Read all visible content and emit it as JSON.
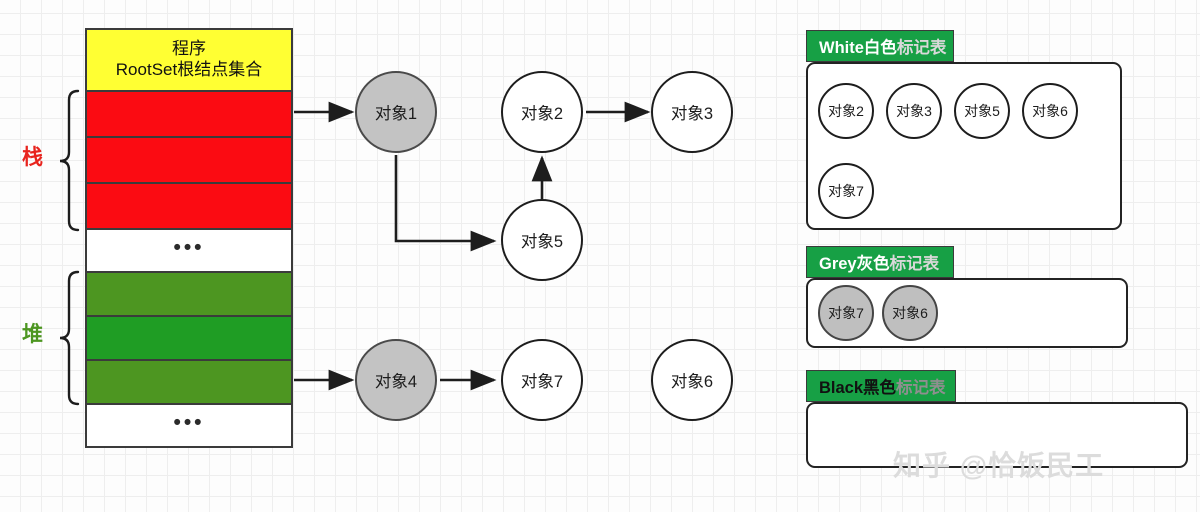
{
  "diagram": {
    "title": "GC Tri-Color Mark Diagram",
    "watermark": "知乎 @恰饭民工"
  },
  "root_set": {
    "header_line1": "程序",
    "header_line2": "RootSet根结点集合",
    "rows": [
      {
        "type": "red",
        "label": ""
      },
      {
        "type": "red",
        "label": ""
      },
      {
        "type": "red",
        "label": ""
      },
      {
        "type": "ellipsis",
        "label": "•••"
      },
      {
        "type": "green-a",
        "label": ""
      },
      {
        "type": "green-b",
        "label": ""
      },
      {
        "type": "green-a",
        "label": ""
      },
      {
        "type": "ellipsis",
        "label": "•••"
      }
    ],
    "stack_label": "栈",
    "heap_label": "堆",
    "colors": {
      "header": "#ffff33",
      "stack_rows": "#fb0b12",
      "heap_rows_light": "#4d9621",
      "heap_rows_dark": "#1f9d24",
      "stack_label": "#e8241e",
      "heap_label": "#4d9621",
      "border": "#3b3b3b"
    }
  },
  "graph": {
    "nodes": [
      {
        "id": "obj1",
        "label": "对象1",
        "fill": "grey"
      },
      {
        "id": "obj2",
        "label": "对象2",
        "fill": "white"
      },
      {
        "id": "obj3",
        "label": "对象3",
        "fill": "white"
      },
      {
        "id": "obj5",
        "label": "对象5",
        "fill": "white"
      },
      {
        "id": "obj4",
        "label": "对象4",
        "fill": "grey"
      },
      {
        "id": "obj7",
        "label": "对象7",
        "fill": "white"
      },
      {
        "id": "obj6",
        "label": "对象6",
        "fill": "white"
      }
    ],
    "edges": [
      {
        "from": "rootset-stack",
        "to": "obj1"
      },
      {
        "from": "obj1",
        "to": "obj5"
      },
      {
        "from": "obj5",
        "to": "obj2"
      },
      {
        "from": "obj2",
        "to": "obj3"
      },
      {
        "from": "rootset-heap",
        "to": "obj4"
      },
      {
        "from": "obj4",
        "to": "obj7"
      }
    ],
    "colors": {
      "node_fill_grey": "#c3c3c3",
      "node_fill_white": "#ffffff",
      "stroke": "#1d1d1d"
    }
  },
  "legends": [
    {
      "id": "white-table",
      "tab_en": "White",
      "tab_cn": "白色",
      "tab_suffix": "标记表",
      "tab_style": "white-on-green",
      "items": [
        {
          "label": "对象2",
          "fill": "white"
        },
        {
          "label": "对象3",
          "fill": "white"
        },
        {
          "label": "对象5",
          "fill": "white"
        },
        {
          "label": "对象6",
          "fill": "white"
        },
        {
          "label": "对象7",
          "fill": "white"
        }
      ]
    },
    {
      "id": "grey-table",
      "tab_en": "Grey",
      "tab_cn": "灰色",
      "tab_suffix": "标记表",
      "tab_style": "white-on-green",
      "items": [
        {
          "label": "对象7",
          "fill": "grey"
        },
        {
          "label": "对象6",
          "fill": "grey"
        }
      ]
    },
    {
      "id": "black-table",
      "tab_en": "Black",
      "tab_cn": "黑色",
      "tab_suffix": "标记表",
      "tab_style": "black-on-green",
      "items": []
    }
  ],
  "colors": {
    "legend_tab_green": "#17a045",
    "legend_border": "#232323",
    "background": "#fdfdfd",
    "grid_minor": "#eeeeee",
    "grid_major": "#e3e3e3",
    "watermark": "#dcdcdc"
  }
}
